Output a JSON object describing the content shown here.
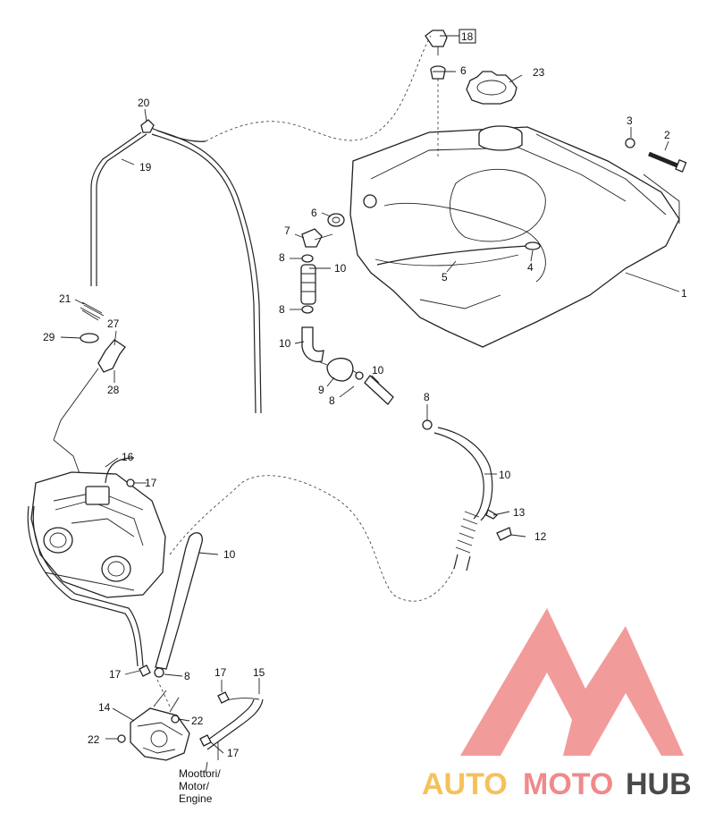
{
  "labels": {
    "l1": "1",
    "l2": "2",
    "l3": "3",
    "l4": "4",
    "l5": "5",
    "l6a": "6",
    "l6b": "6",
    "l7": "7",
    "l8a": "8",
    "l8b": "8",
    "l8c": "8",
    "l8d": "8",
    "l8e": "8",
    "l9": "9",
    "l10a": "10",
    "l10b": "10",
    "l10c": "10",
    "l10d": "10",
    "l10e": "10",
    "l12": "12",
    "l13": "13",
    "l14": "14",
    "l15": "15",
    "l16": "16",
    "l17a": "17",
    "l17b": "17",
    "l17c": "17",
    "l17d": "17",
    "l18": "18",
    "l19": "19",
    "l20": "20",
    "l21": "21",
    "l22a": "22",
    "l22b": "22",
    "l23": "23",
    "l27": "27",
    "l28": "28",
    "l29": "29"
  },
  "engine_note": [
    "Moottori/",
    "Motor/",
    "Engine"
  ],
  "watermark": {
    "text_left": "AUTO",
    "text_mid": "MOTO",
    "text_right": "HUB",
    "colors": {
      "logo": "#f08a8a",
      "auto": "#f5c15a",
      "moto": "#f08a8a",
      "hub": "#4a4a4a"
    }
  }
}
